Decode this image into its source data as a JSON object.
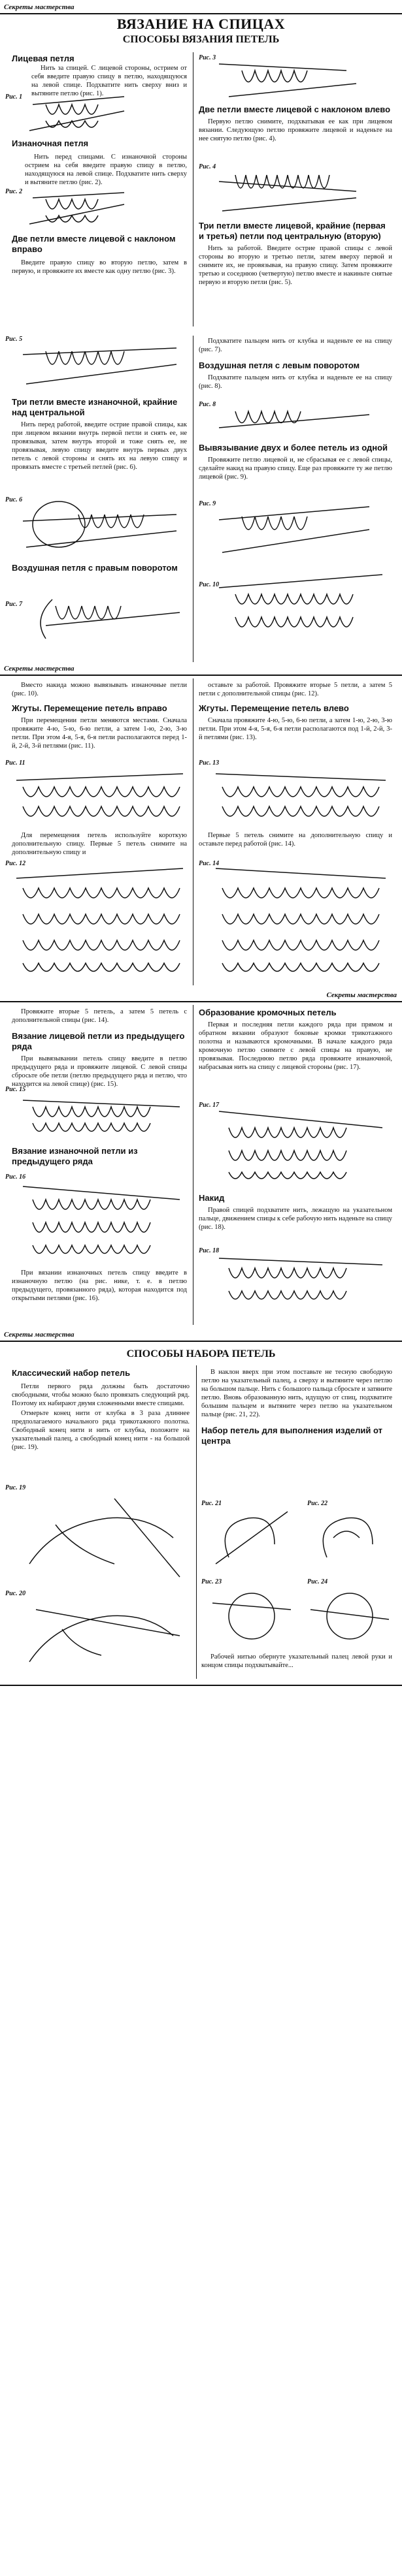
{
  "header": "Секреты мастерства",
  "title": "ВЯЗАНИЕ НА СПИЦАХ",
  "subtitle1": "СПОСОБЫ ВЯЗАНИЯ ПЕТЕЛЬ",
  "subtitle2": "СПОСОБЫ НАБОРА ПЕТЕЛЬ",
  "s1": {
    "h_knit": "Лицевая петля",
    "p_knit": "Нить за спицей. С лицевой стороны, острием от себя введите правую спицу в петлю, находящуюся на левой спице. Подхватите нить сверху вниз и вытяните петлю (рис. 1).",
    "h_purl": "Изнаночная петля",
    "p_purl": "Нить перед спицами. С изнаночной стороны острием на себя введите правую спицу в петлю, находящуюся на левой спице. Подхватите нить сверху и вытяните петлю (рис. 2).",
    "h_two_right": "Две петли вместе лицевой с наклоном вправо",
    "p_two_right": "Введите правую спицу во вторую петлю, затем в первую, и провяжите их вместе как одну петлю (рис. 3).",
    "h_two_left": "Две петли вместе лицевой с наклоном влево",
    "p_two_left": "Первую петлю снимите, подхватывая ее как при лицевом вязании. Следующую петлю провяжите лицевой и наденьте на нее снятую петлю (рис. 4).",
    "h_three": "Три петли вместе лицевой, крайние (первая и третья) петли под центральную (вторую)",
    "p_three": "Нить за работой. Введите острие правой спицы с левой стороны во вторую и третью петли, затем вверху первой и снимите их, не провязывая, на правую спицу. Затем провяжите третью и соседнюю (четвертую) петлю вместе и накиньте снятые первую и вторую петли (рис. 5).",
    "fig1": "Рис. 1",
    "fig2": "Рис. 2",
    "fig3": "Рис. 3",
    "fig4": "Рис. 4"
  },
  "s2": {
    "fig5": "Рис. 5",
    "fig6": "Рис. 6",
    "fig7": "Рис. 7",
    "fig8": "Рис. 8",
    "fig9": "Рис. 9",
    "fig10": "Рис. 10",
    "h_three_purl": "Три петли вместе изнаночной, крайние над центральной",
    "p_three_purl": "Нить перед работой, введите острие правой спицы, как при лицевом вязании внутрь первой петли и снять ее, не провязывая, затем внутрь второй и тоже снять ее, не провязывая, левую спицу введите внутрь первых двух петель с левой стороны и снять их на левую спицу и провязать вместе с третьей петлей (рис. 6).",
    "h_yo_right": "Воздушная петля с правым поворотом",
    "p_right_top": "Подхватите пальцем нить от клубка и наденьте ее на спицу (рис. 7).",
    "h_yo_left": "Воздушная петля с левым поворотом",
    "p_yo_left": "Подхватите пальцем нить от клубка и наденьте ее на спицу (рис. 8).",
    "h_two_from_one": "Вывязывание двух и более петель из одной",
    "p_two_from_one": "Провяжите петлю лицевой и, не сбрасывая ее с левой спицы, сделайте накид на правую спицу. Еще раз провяжите ту же петлю лицевой (рис. 9)."
  },
  "s3": {
    "p_top_left": "Вместо накида можно вывязывать изнаночные петли (рис. 10).",
    "h_cable_right": "Жгуты. Перемещение петель вправо",
    "p_cable_right": "При перемещении петли меняются местами. Сначала провяжите 4-ю, 5-ю, 6-ю петли, а затем 1-ю, 2-ю, 3-ю петли. При этом 4-я, 5-я, 6-я петли располагаются перед 1-й, 2-й, 3-й петлями (рис. 11).",
    "p_cable_right2": "Для перемещения петель используйте короткую дополнительную спицу. Первые 5 петель снимите на дополнительную спицу и",
    "p_top_right": "оставьте за работой. Провяжите вторые 5 петли, а затем 5 петли с дополнительной спицы (рис. 12).",
    "h_cable_left": "Жгуты. Перемещение петель влево",
    "p_cable_left": "Сначала провяжите 4-ю, 5-ю, 6-ю петли, а затем 1-ю, 2-ю, 3-ю петли. При этом 4-я, 5-я, 6-я петли располагаются под 1-й, 2-й, 3-й петлями (рис. 13).",
    "p_cable_left2": "Первые 5 петель снимите на дополнительную спицу и оставьте перед работой (рис. 14).",
    "fig11": "Рис. 11",
    "fig12": "Рис. 12",
    "fig13": "Рис. 13",
    "fig14": "Рис. 14"
  },
  "s4": {
    "p_top": "Провяжите вторые 5 петель, а затем 5 петель с дополнительной спицы (рис. 14).",
    "h_knit_prev": "Вязание лицевой петли из предыдущего ряда",
    "p_knit_prev": "При вывязывании петель спицу введите в петлю предыдущего ряда и провяжите лицевой. С левой спицы сбросьте обе петли (петлю предыдущего ряда и петлю, что находится на левой спице) (рис. 15).",
    "h_purl_prev": "Вязание изнаночной петли из предыдущего ряда",
    "p_purl_prev": "При вязании изнаночных петель спицу введите в изнаночную петлю (на рис. нике, т. е. в петлю предыдущего, провязанного ряда), которая находится под открытыми петлями (рис. 16).",
    "h_edge": "Образование кромочных петель",
    "p_edge": "Первая и последняя петли каждого ряда при прямом и обратном вязании образуют боковые кромки трикотажного полотна и называются кромочными. В начале каждого ряда кромочную петлю снимите с левой спицы на правую, не провязывая. Последнюю петлю ряда провяжите изнаночной, набрасывая нить на спицу с лицевой стороны (рис. 17).",
    "h_yo": "Накид",
    "p_yo": "Правой спицей подхватите нить, лежащую на указательном пальце, движением спицы к себе рабочую нить наденьте на спицу (рис. 18).",
    "fig15": "Рис. 15",
    "fig16": "Рис. 16",
    "fig17": "Рис. 17",
    "fig18": "Рис. 18"
  },
  "s5": {
    "h_classic": "Классический набор петель",
    "p_classic": "Петли первого ряда должны быть достаточно свободными, чтобы можно было провязать следующий ряд. Поэтому их набирают двумя сложенными вместе спицами.",
    "p_classic2": "Отмерьте конец нити от клубка в 3 раза длиннее предполагаемого начального ряда трикотажного полотна. Свободный конец нити и нить от клубка, положите на указательный палец, а свободный конец нити - на большой (рис. 19).",
    "p_right": "В наклон вверх при этом поставьте не тесную свободную петлю на указательный палец, а сверху и вытяните через петлю на большом пальце. Нить с большого пальца сбросьте и затяните петлю. Вновь образованную нить, идущую от спиц, подхватите большим пальцем и вытяните через петлю на указательном пальце (рис. 21, 22).",
    "h_center": "Набор петель для выполнения изделий от центра",
    "p_bottom": "Рабочей нитью обернуте указательный палец левой руки и концом спицы подхватывайте...",
    "fig19": "Рис. 19",
    "fig20": "Рис. 20",
    "fig21": "Рис. 21",
    "fig22": "Рис. 22",
    "fig23": "Рис. 23",
    "fig24": "Рис. 24"
  }
}
